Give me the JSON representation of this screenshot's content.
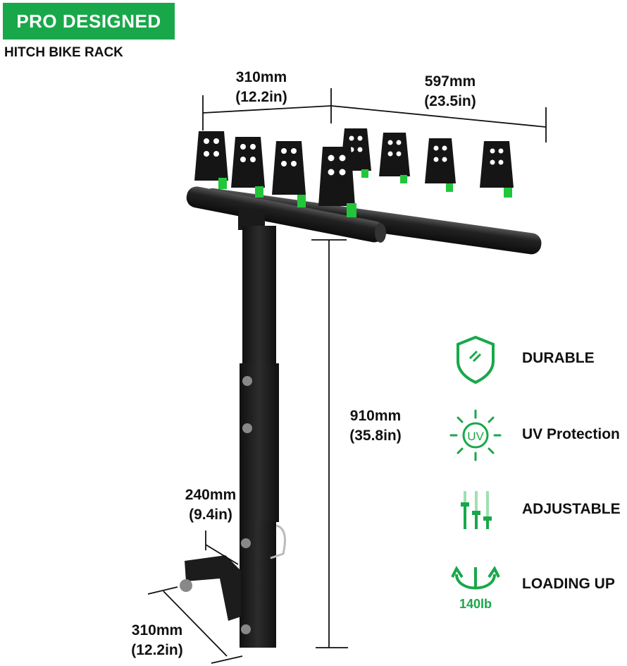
{
  "header": {
    "badge": "PRO DESIGNED",
    "subtitle": "HITCH BIKE RACK"
  },
  "dimensions": {
    "left_width": {
      "mm": "310mm",
      "in": "(12.2in)"
    },
    "right_width": {
      "mm": "597mm",
      "in": "(23.5in)"
    },
    "height": {
      "mm": "910mm",
      "in": "(35.8in)"
    },
    "mast_offset": {
      "mm": "240mm",
      "in": "(9.4in)"
    },
    "hitch_length": {
      "mm": "310mm",
      "in": "(12.2in)"
    }
  },
  "features": [
    {
      "icon": "shield-icon",
      "label": "DURABLE"
    },
    {
      "icon": "uv-sun-icon",
      "label": "UV Protection"
    },
    {
      "icon": "sliders-icon",
      "label": "ADJUSTABLE"
    },
    {
      "icon": "load-arrows-icon",
      "label": "LOADING UP",
      "caption": "140lb"
    }
  ],
  "colors": {
    "accent": "#18a84a",
    "product": "#1c1c1c"
  }
}
